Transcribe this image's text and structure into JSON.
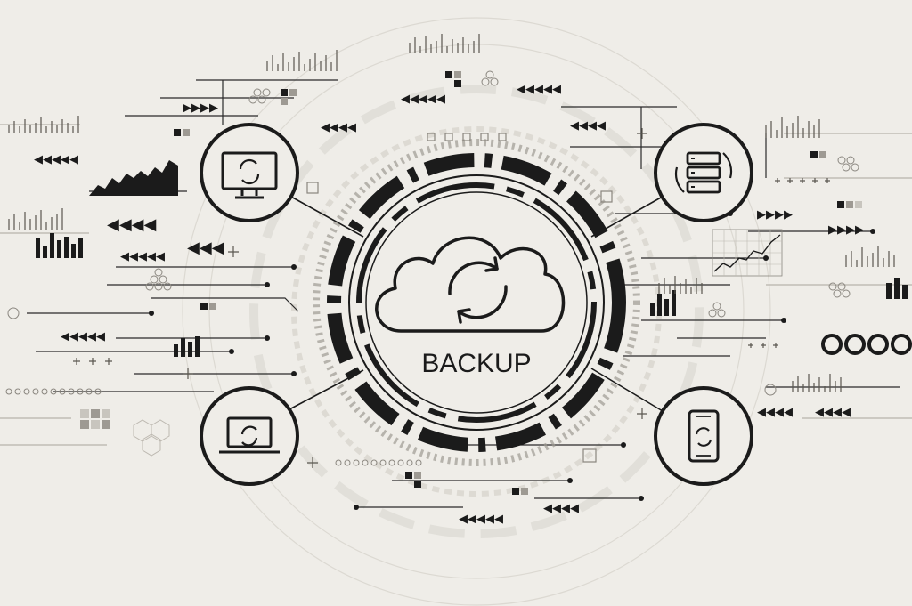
{
  "center": {
    "label": "BACKUP",
    "icon": "cloud-sync-icon"
  },
  "devices": [
    {
      "name": "monitor",
      "icon": "monitor-sync-icon"
    },
    {
      "name": "server",
      "icon": "server-sync-icon"
    },
    {
      "name": "laptop",
      "icon": "laptop-sync-icon"
    },
    {
      "name": "phone",
      "icon": "phone-sync-icon"
    }
  ],
  "colors": {
    "background": "#efede8",
    "ink": "#1b1b1b",
    "faint": "#b9b6ae",
    "mid": "#77736b"
  }
}
